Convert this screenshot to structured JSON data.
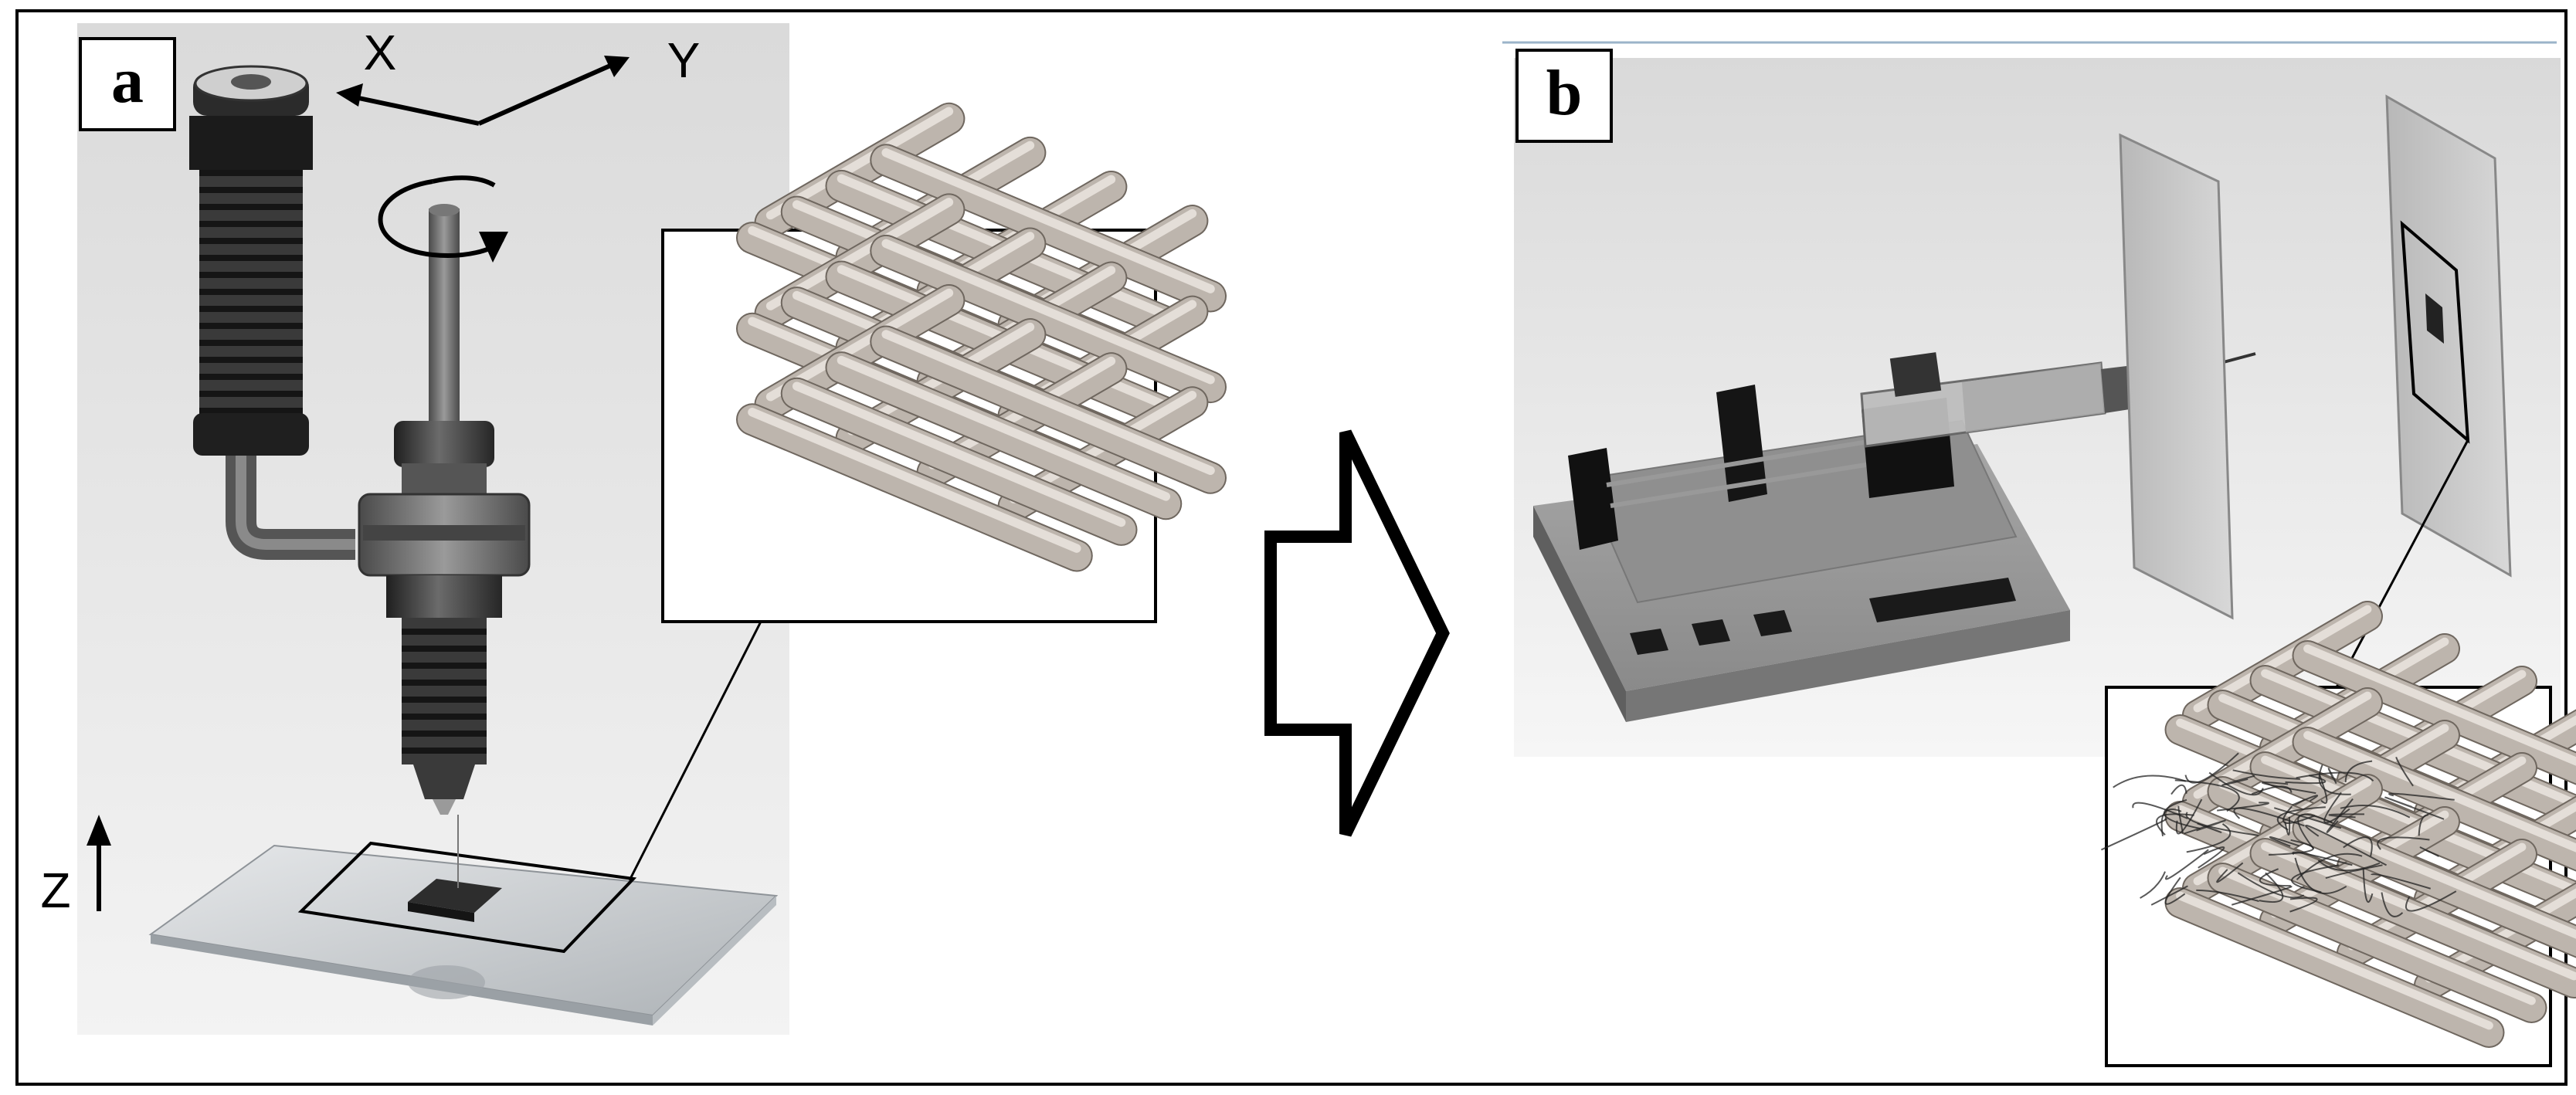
{
  "panels": [
    {
      "id": "a",
      "label": "a"
    },
    {
      "id": "b",
      "label": "b"
    }
  ],
  "axes": {
    "x": "X",
    "y": "Y",
    "z": "Z"
  },
  "colors": {
    "frame": "#000000",
    "background_gradient_top": "#e9e9e9",
    "background_gradient_bottom": "#f8f8f8",
    "metal_dark": "#2e2e2e",
    "metal_mid": "#6a6a6a",
    "rod": "#b9b1a8",
    "rod_shadow": "#7d756d",
    "plate": "#cfd3d6",
    "pump_body": "#8a8a8a",
    "collector": "#c3c3c3"
  },
  "icons": [
    "rotation-arrow-icon",
    "z-axis-arrow-icon",
    "xy-axes-icon",
    "process-arrow-icon"
  ]
}
